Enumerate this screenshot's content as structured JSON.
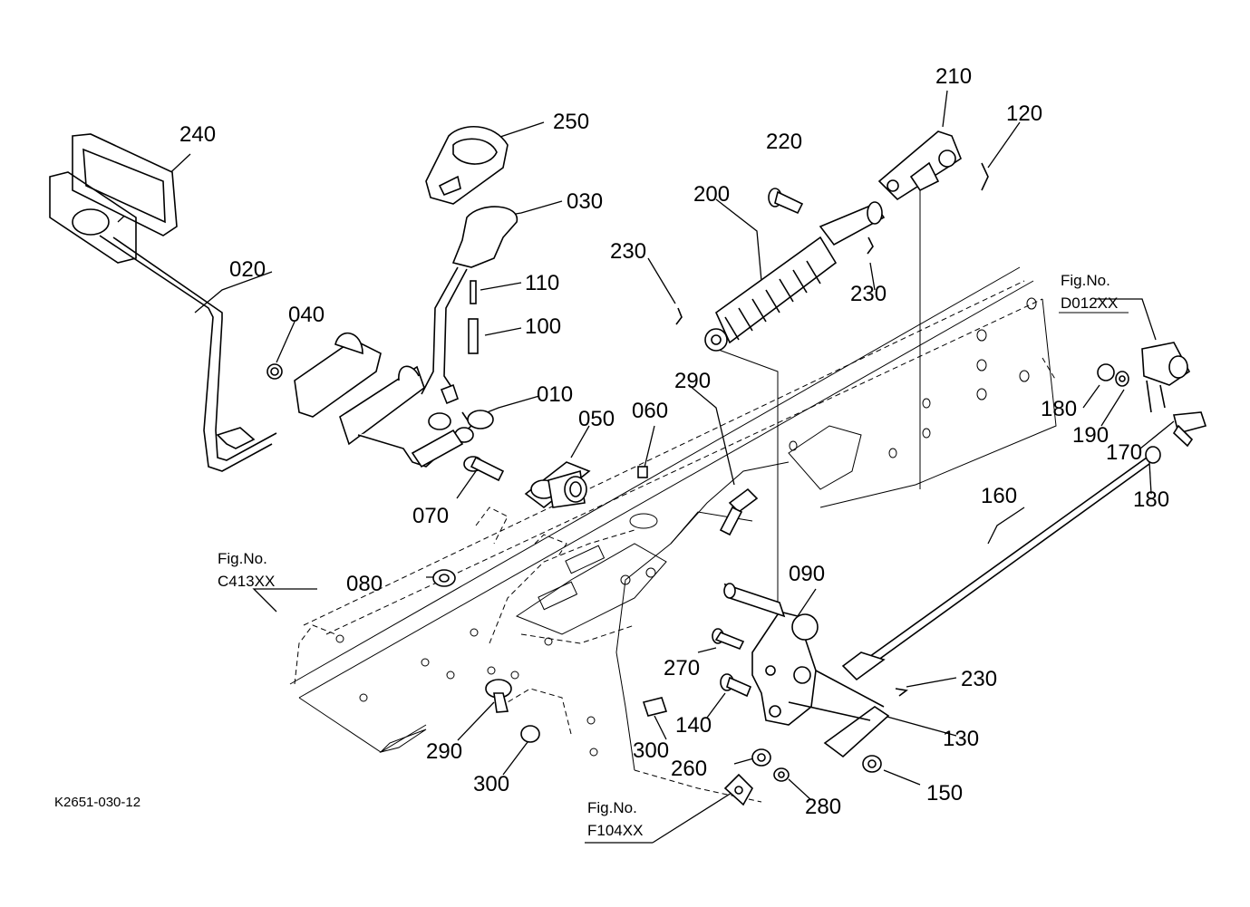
{
  "drawing_code": "K2651-030-12",
  "callouts": {
    "p010": "010",
    "p020": "020",
    "p030": "030",
    "p040": "040",
    "p050": "050",
    "p060": "060",
    "p070": "070",
    "p080": "080",
    "p090": "090",
    "p100": "100",
    "p110": "110",
    "p120": "120",
    "p130": "130",
    "p140": "140",
    "p150": "150",
    "p160": "160",
    "p170": "170",
    "p180a": "180",
    "p180b": "180",
    "p190": "190",
    "p200": "200",
    "p210": "210",
    "p220": "220",
    "p230a": "230",
    "p230b": "230",
    "p230c": "230",
    "p240": "240",
    "p250": "250",
    "p260": "260",
    "p270": "270",
    "p280": "280",
    "p290a": "290",
    "p290b": "290",
    "p300a": "300",
    "p300b": "300"
  },
  "figure_refs": {
    "d012": {
      "label": "Fig.No.",
      "code": "D012XX"
    },
    "c413": {
      "label": "Fig.No.",
      "code": "C413XX"
    },
    "f104": {
      "label": "Fig.No.",
      "code": "F104XX"
    }
  }
}
